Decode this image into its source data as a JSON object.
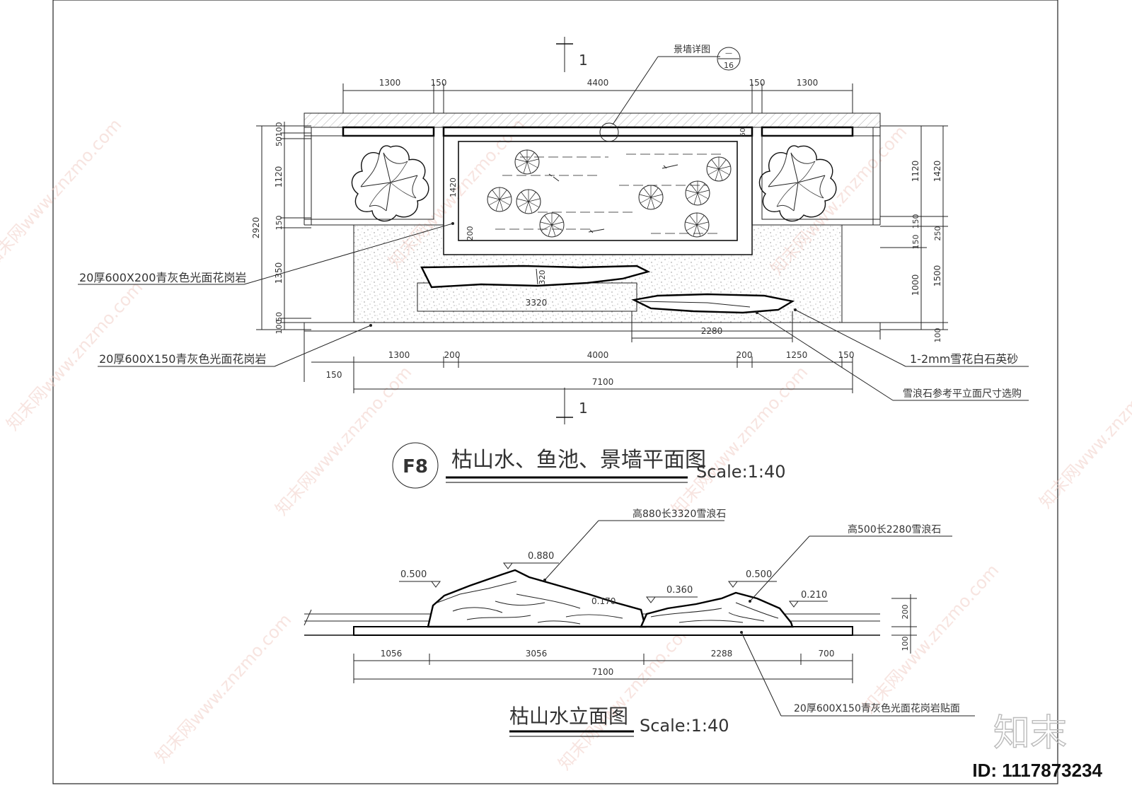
{
  "plan": {
    "section_mark": "1",
    "callout_wall": "景墙详图",
    "callout_num_top": "—",
    "callout_num_bottom": "16",
    "dims_top": [
      "1300",
      "150",
      "4400",
      "150",
      "1300"
    ],
    "dims_left": [
      "100",
      "50",
      "1120",
      "150",
      "2920",
      "1350",
      "50",
      "100"
    ],
    "dims_right": [
      "1120",
      "1420",
      "150",
      "250",
      "150",
      "1000",
      "1500",
      "100"
    ],
    "inner_dims": [
      "1420",
      "200",
      "320",
      "3320",
      "2280",
      "50"
    ],
    "dims_bottom": [
      "1300",
      "200",
      "4000",
      "200",
      "1250",
      "150"
    ],
    "dim_150_left": "150",
    "dim_total": "7100",
    "note_granite_200": "20厚600X200青灰色光面花岗岩",
    "note_granite_150": "20厚600X150青灰色光面花岗岩",
    "note_sand": "1-2mm雪花白石英砂",
    "note_stone": "雪浪石参考平立面尺寸选购",
    "badge": "F8",
    "title": "枯山水、鱼池、景墙平面图",
    "scale": "Scale:1:40"
  },
  "elevation": {
    "note_stone_large": "高880长3320雪浪石",
    "note_stone_small": "高500长2280雪浪石",
    "levels": [
      "0.880",
      "0.500",
      "0.360",
      "0.170",
      "0.500",
      "0.210"
    ],
    "dims_right": [
      "200",
      "100"
    ],
    "dims_bottom": [
      "1056",
      "3056",
      "2288",
      "700"
    ],
    "dim_total": "7100",
    "note_paving": "20厚600X150青灰色光面花岗岩贴面",
    "title": "枯山水立面图",
    "scale": "Scale:1:40"
  },
  "watermark": {
    "text": "知末网www.znzmo.com",
    "logo": "知末",
    "id": "ID: 1117873234"
  }
}
